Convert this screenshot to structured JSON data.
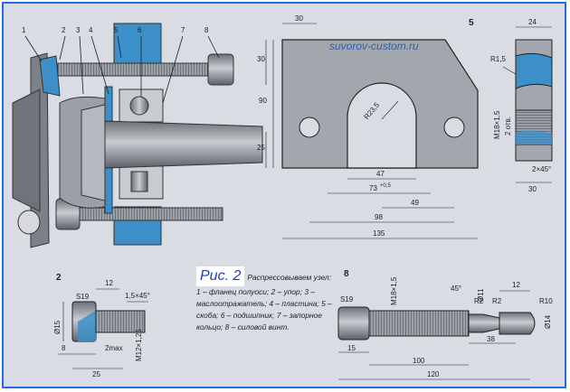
{
  "watermark": "suvorov-custom.ru",
  "caption": {
    "label": "Рис. 2",
    "text": "Распрессовываем узел: 1 – фланец полуоси; 2 – упор; 3 – маслоотражатель; 4 – пластина; 5 – скоба; 6 – подшипник; 7 – запорное кольцо; 8 – силовой винт."
  },
  "assembly": {
    "labels": [
      "1",
      "2",
      "3",
      "4",
      "5",
      "6",
      "7",
      "8"
    ]
  },
  "bracket": {
    "view_label": "5",
    "dims": {
      "top": "30",
      "upper": "30",
      "height": "90",
      "lower": "25",
      "radius": "R23,5",
      "inner": "47",
      "slot": "73",
      "slot_tol": "+0,5",
      "right": "49",
      "holes": "98",
      "width": "135"
    }
  },
  "nut_side": {
    "dims": {
      "top": "24",
      "radius": "R1,5",
      "thread": "M18×1,5",
      "holes": "2 отв.",
      "chamfer": "2×45°",
      "bottom": "30"
    }
  },
  "stop": {
    "view_label": "2",
    "dims": {
      "top": "12",
      "chamfer": "1,5×45°",
      "hex": "S19",
      "diameter": "Ø15",
      "left": "8",
      "gap": "2max",
      "thread": "M12×1,25",
      "length": "25"
    }
  },
  "screw": {
    "view_label": "8",
    "dims": {
      "hex": "S19",
      "thread": "M18×1,5",
      "angle": "45°",
      "d11": "Ø11",
      "r2a": "R2",
      "r2b": "R2",
      "tip": "12",
      "r10": "R10",
      "d14": "Ø14",
      "head": "15",
      "d38": "38",
      "d100": "100",
      "total": "120"
    }
  },
  "colors": {
    "blue": "#3c8fc9",
    "steel": "#8a8f97",
    "paper": "#d9dde3",
    "ink": "#1b1f26"
  }
}
